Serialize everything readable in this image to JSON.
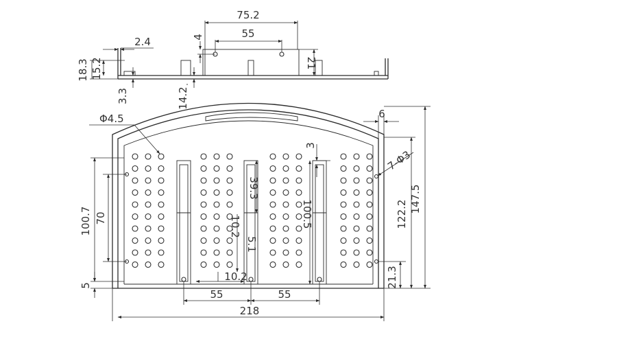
{
  "drawing": {
    "side_view": {
      "dim_75_2": "75.2",
      "dim_55_top": "55",
      "dim_4": "4",
      "dim_2_4": "2.4",
      "dim_18_3": "18.3",
      "dim_15_2": "15.2",
      "dim_21": "21",
      "dim_3_3": "3.3",
      "dim_14_2": "14.2"
    },
    "plan_view": {
      "dim_phi_4_5": "Φ4.5",
      "dim_6": "6",
      "dim_7_phi_3": "7-Φ3",
      "dim_3": "3",
      "dim_147_5": "147.5",
      "dim_122_2": "122.2",
      "dim_100_7": "100.7",
      "dim_70": "70",
      "dim_39_3": "39.3",
      "dim_100_5": "100.5",
      "dim_10_2a": "10.2",
      "dim_5_1": "5.1",
      "dim_10_2b": "10.2",
      "dim_5": "5",
      "dim_21_3": "21.3",
      "dim_55_left": "55",
      "dim_55_right": "55",
      "dim_218": "218"
    }
  }
}
